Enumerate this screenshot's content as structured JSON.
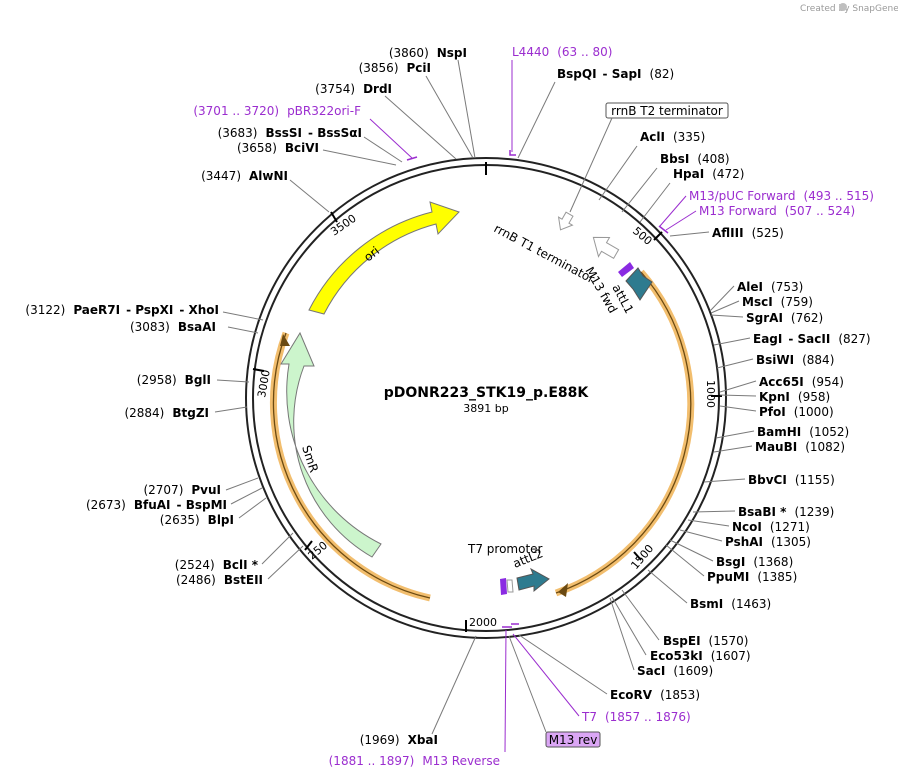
{
  "watermark": "Created by SnapGene",
  "plasmid": {
    "name": "pDONR223_STK19_p.E88K",
    "length": "3891 bp"
  },
  "tick_labels": [
    "500",
    "1000",
    "1500",
    "2000",
    "2500",
    "3000",
    "3500"
  ],
  "features": {
    "ori": "ori",
    "smr": "SmR",
    "attl1": "attL1",
    "attl2": "attL2",
    "m13fwd": "M13 fwd",
    "t7prom": "T7 promoter",
    "rrnb_t1": "rrnB T1 terminator",
    "rrnb_t2": "rrnB T2 terminator"
  },
  "enzymes": {
    "nspi": {
      "name": "NspI",
      "pos": "(3860)"
    },
    "pcii": {
      "name": "PciI",
      "pos": "(3856)"
    },
    "drdi": {
      "name": "DrdI",
      "pos": "(3754)"
    },
    "bsssi": {
      "name": "BssSI",
      "name2": "BssSαI",
      "pos": "(3683)"
    },
    "bcivi": {
      "name": "BciVI",
      "pos": "(3658)"
    },
    "alwni": {
      "name": "AlwNI",
      "pos": "(3447)"
    },
    "paer7i": {
      "name": "PaeR7I",
      "name2": "PspXI",
      "name3": "XhoI",
      "pos": "(3122)"
    },
    "bsaai": {
      "name": "BsaAI",
      "pos": "(3083)"
    },
    "bgli": {
      "name": "BglI",
      "pos": "(2958)"
    },
    "btgzi": {
      "name": "BtgZI",
      "pos": "(2884)"
    },
    "pvui": {
      "name": "PvuI",
      "pos": "(2707)"
    },
    "bfuai": {
      "name": "BfuAI",
      "name2": "BspMI",
      "pos": "(2673)"
    },
    "blpi": {
      "name": "BlpI",
      "pos": "(2635)"
    },
    "bcli": {
      "name": "BclI *",
      "pos": "(2524)"
    },
    "bsteii": {
      "name": "BstEII",
      "pos": "(2486)"
    },
    "xbai": {
      "name": "XbaI",
      "pos": "(1969)"
    },
    "bspqi": {
      "name": "BspQI",
      "name2": "SapI",
      "pos": "(82)"
    },
    "acli": {
      "name": "AclI",
      "pos": "(335)"
    },
    "bbsi": {
      "name": "BbsI",
      "pos": "(408)"
    },
    "hpai": {
      "name": "HpaI",
      "pos": "(472)"
    },
    "aflIII": {
      "name": "AflIII",
      "pos": "(525)"
    },
    "alei": {
      "name": "AleI",
      "pos": "(753)"
    },
    "msci": {
      "name": "MscI",
      "pos": "(759)"
    },
    "sgrai": {
      "name": "SgrAI",
      "pos": "(762)"
    },
    "eagi": {
      "name": "EagI",
      "name2": "SacII",
      "pos": "(827)"
    },
    "bsiwi": {
      "name": "BsiWI",
      "pos": "(884)"
    },
    "acc65i": {
      "name": "Acc65I",
      "pos": "(954)"
    },
    "kpni": {
      "name": "KpnI",
      "pos": "(958)"
    },
    "pfoi": {
      "name": "PfoI",
      "pos": "(1000)"
    },
    "bamhi": {
      "name": "BamHI",
      "pos": "(1052)"
    },
    "maubi": {
      "name": "MauBI",
      "pos": "(1082)"
    },
    "bbvci": {
      "name": "BbvCI",
      "pos": "(1155)"
    },
    "bsabi": {
      "name": "BsaBI *",
      "pos": "(1239)"
    },
    "ncoi": {
      "name": "NcoI",
      "pos": "(1271)"
    },
    "pshai": {
      "name": "PshAI",
      "pos": "(1305)"
    },
    "bsgi": {
      "name": "BsgI",
      "pos": "(1368)"
    },
    "ppumi": {
      "name": "PpuMI",
      "pos": "(1385)"
    },
    "bsmi": {
      "name": "BsmI",
      "pos": "(1463)"
    },
    "bspei": {
      "name": "BspEI",
      "pos": "(1570)"
    },
    "eco53ki": {
      "name": "Eco53kI",
      "pos": "(1607)"
    },
    "saci": {
      "name": "SacI",
      "pos": "(1609)"
    },
    "ecorv": {
      "name": "EcoRV",
      "pos": "(1853)"
    }
  },
  "primers": {
    "l4440": {
      "name": "L4440",
      "range": "(63 .. 80)"
    },
    "pbr322": {
      "name": "pBR322ori-F",
      "range": "(3701 .. 3720)"
    },
    "m13puc": {
      "name": "M13/pUC Forward",
      "range": "(493 .. 515)"
    },
    "m13f": {
      "name": "M13 Forward",
      "range": "(507 .. 524)"
    },
    "t7": {
      "name": "T7",
      "range": "(1857 .. 1876)"
    },
    "m13rev": {
      "name": "M13 rev"
    },
    "m13reverse": {
      "name": "M13 Reverse",
      "range": "(1881 .. 1897)"
    }
  },
  "colors": {
    "ori": "#ffff00",
    "smr": "#ccf5cc",
    "attl": "#2e7b8f",
    "orange_band": "#f2be6e",
    "primer": "#9b2dcf",
    "backbone": "#222222"
  }
}
